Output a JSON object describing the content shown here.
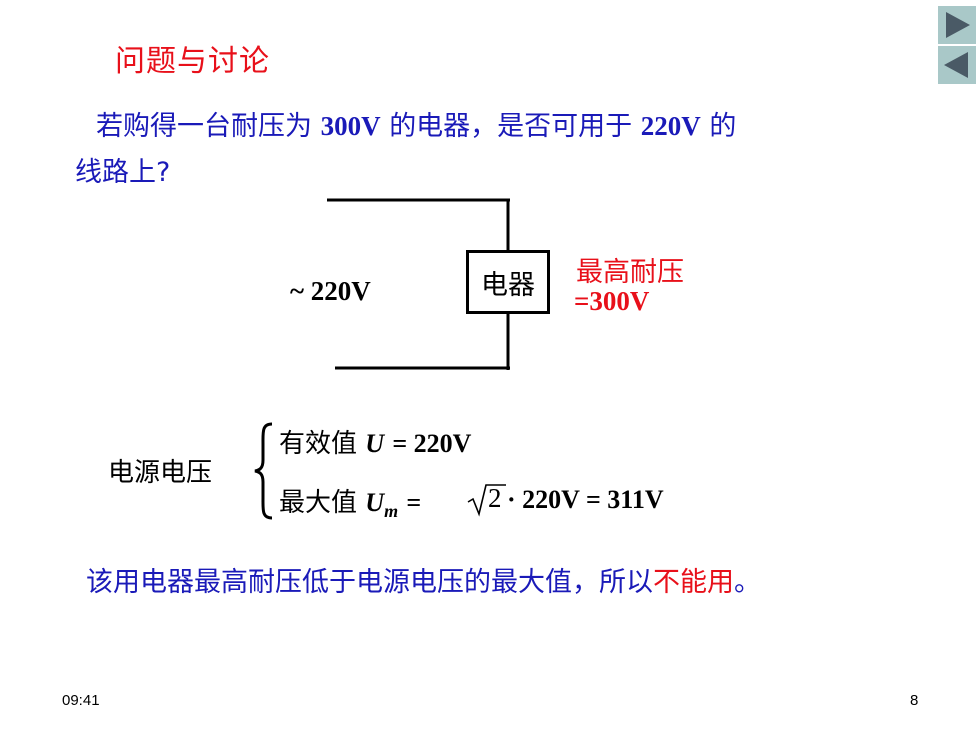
{
  "nav": {
    "next_icon": "play-right-icon",
    "prev_icon": "play-left-icon",
    "button_color": "#a9c8c8",
    "arrow_color": "#4a5a66"
  },
  "slide": {
    "title": "问题与讨论",
    "question_line1_a": "若购得一台耐压为",
    "question_line1_b": "300V",
    "question_line1_c": "的电器，是否可用于",
    "question_line1_d": "220V",
    "question_line1_e": "的",
    "question_line2": "线路上?"
  },
  "circuit": {
    "source_label": "~ 220V",
    "device_label": "电器",
    "max_voltage_line1": "最高耐压",
    "max_voltage_line2": "=300V"
  },
  "formula": {
    "power_label": "电源电压",
    "rms_label": "有效值",
    "rms_symbol": "U",
    "rms_value": "= 220V",
    "max_label": "最大值",
    "max_symbol": "U",
    "max_subscript": "m",
    "max_eq": "=",
    "sqrt_arg": "2",
    "max_rest": "· 220V = 311V"
  },
  "conclusion": {
    "text_a": "该用电器最高耐压低于电源电压的最大值，所以",
    "text_b": "不能用",
    "text_c": "。"
  },
  "footer": {
    "time": "09:41",
    "page_number": "8"
  },
  "colors": {
    "blue_text": "#1a1ab8",
    "red_text": "#e8101a"
  }
}
